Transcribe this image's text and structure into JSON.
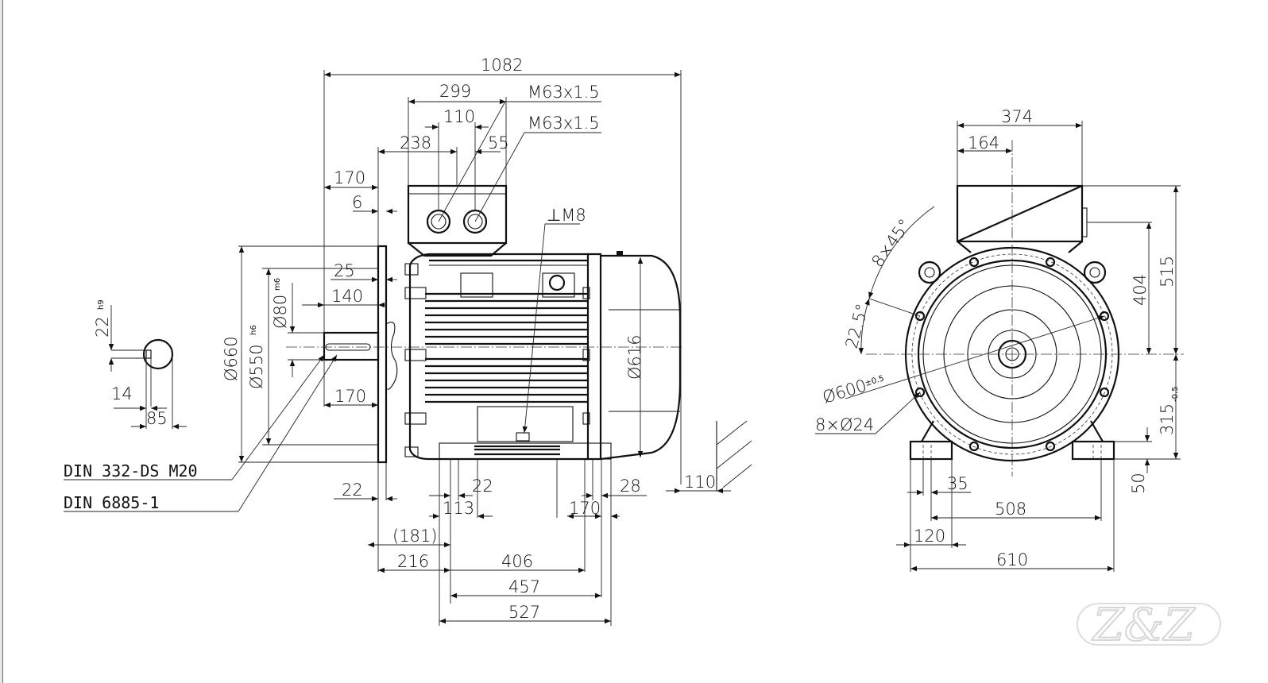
{
  "drawing": {
    "type": "motor-dimension-drawing",
    "line_color": "#111111",
    "background": "#ffffff",
    "watermark": {
      "text": "Z&Z",
      "color": "#d6d6d6"
    }
  },
  "shaft_section": {
    "key_width": "22",
    "key_width_tol": "h9",
    "key_depth": "14",
    "shaft_height": "85"
  },
  "side_view": {
    "overall_length": "1082",
    "terminal_box_width": "299",
    "gland_spacing": "110",
    "terminal_offset": "238",
    "gland_offset": "55",
    "gland_thread_1": "M63x1.5",
    "gland_thread_2": "M63x1.5",
    "shaft_length": "170",
    "flange_gap": "6",
    "earth_label": "⊥M8",
    "spigot_length": "25",
    "key_length": "140",
    "shaft_length_lower": "170",
    "flange_diameter": "Ø660",
    "spigot_diameter": "Ø550",
    "spigot_tol": "h6",
    "shaft_diameter": "Ø80",
    "shaft_tol": "m6",
    "fan_cover_diameter": "Ø616",
    "centre_hole_note": "DIN 332-DS M20",
    "key_note": "DIN 6885-1",
    "flange_thickness": "22",
    "foot_offset": "113",
    "foot_width": "22",
    "foot_length": "170",
    "foot_edge": "28",
    "fan_clearance": "110",
    "shaft_to_foot_ref": "(181)",
    "c_dimension": "216",
    "b_dimension": "406",
    "b_dimension_2": "457",
    "foot_total": "527"
  },
  "end_view": {
    "terminal_box_width": "374",
    "terminal_box_offset": "164",
    "hole_pitch_angle": "8×45°",
    "hole_start_angle": "22.5°",
    "pitch_circle": "Ø600",
    "pitch_circle_tol": "±0.5",
    "hole_pattern": "8×Ø24",
    "height_to_box": "404",
    "overall_height_above_centre": "515",
    "shaft_height": "315",
    "shaft_height_tol": "-0.5",
    "foot_thickness": "50",
    "foot_hole_width": "35",
    "foot_hole_spacing": "508",
    "foot_width": "120",
    "overall_width": "610"
  }
}
